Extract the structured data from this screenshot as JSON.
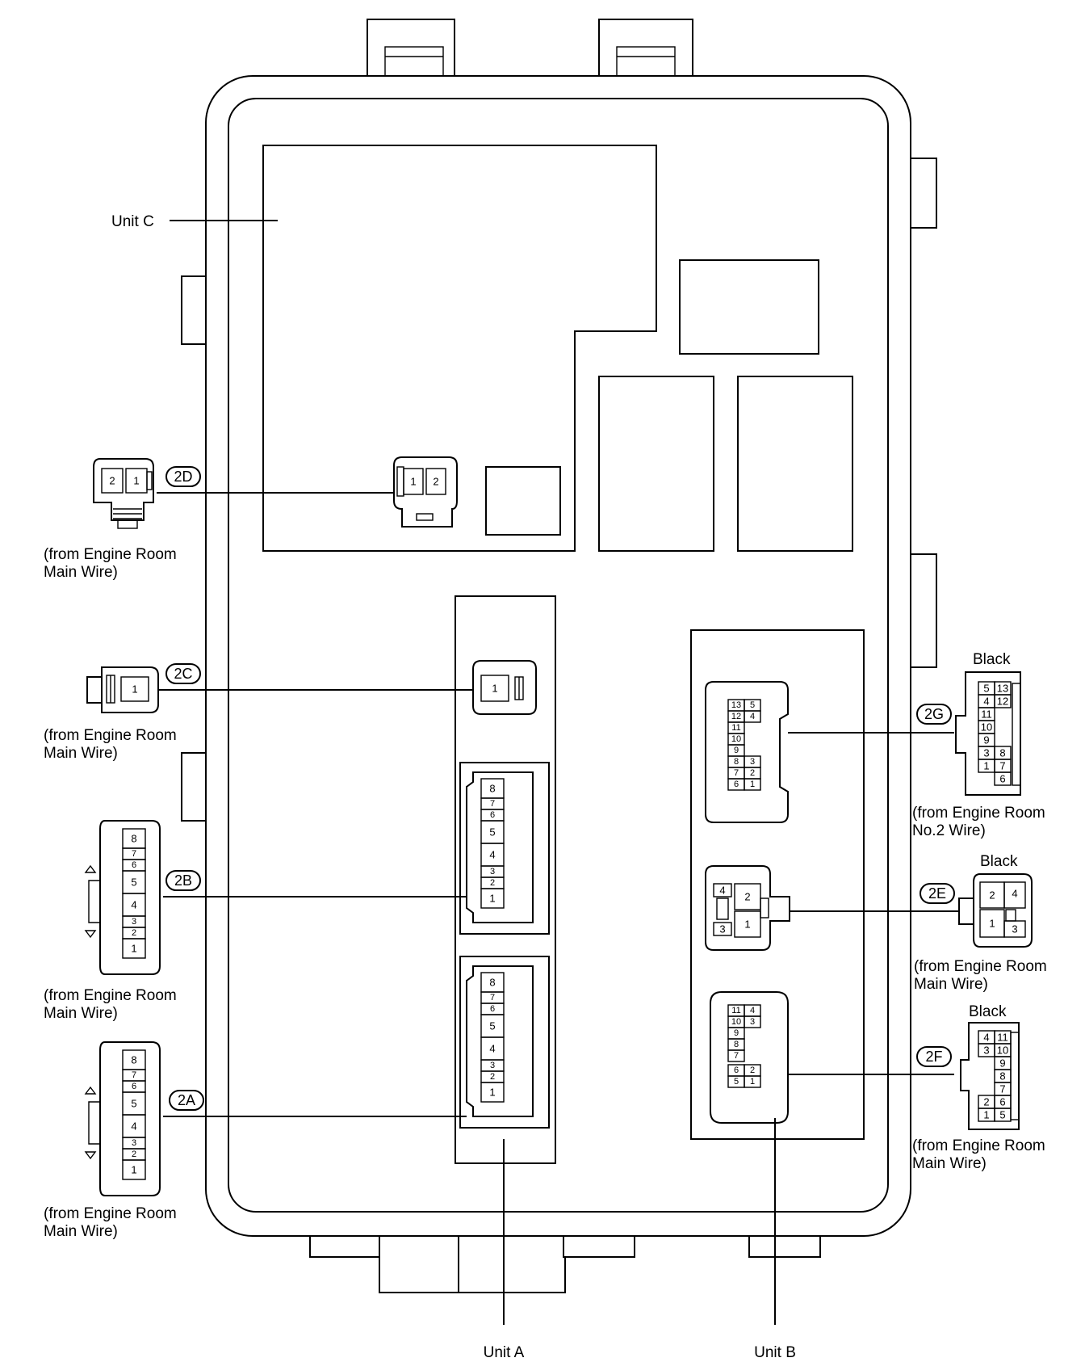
{
  "labels": {
    "unit_a": "Unit A",
    "unit_b": "Unit B",
    "unit_c": "Unit C"
  },
  "connectors": [
    {
      "id": "2D",
      "color": "",
      "source_line1": "(from Engine Room",
      "source_line2": "Main Wire)",
      "pins": [
        "1",
        "2"
      ]
    },
    {
      "id": "2C",
      "color": "",
      "source_line1": "(from Engine Room",
      "source_line2": "Main Wire)",
      "pins": [
        "1"
      ]
    },
    {
      "id": "2B",
      "color": "",
      "source_line1": "(from Engine Room",
      "source_line2": "Main Wire)",
      "pins": [
        "1",
        "2",
        "3",
        "4",
        "5",
        "6",
        "7",
        "8"
      ]
    },
    {
      "id": "2A",
      "color": "",
      "source_line1": "(from Engine Room",
      "source_line2": "Main Wire)",
      "pins": [
        "1",
        "2",
        "3",
        "4",
        "5",
        "6",
        "7",
        "8"
      ]
    },
    {
      "id": "2G",
      "color": "Black",
      "source_line1": "(from Engine Room",
      "source_line2": "No.2 Wire)",
      "pins": [
        "1",
        "2",
        "3",
        "4",
        "5",
        "6",
        "7",
        "8",
        "9",
        "10",
        "11",
        "12",
        "13"
      ]
    },
    {
      "id": "2E",
      "color": "Black",
      "source_line1": "(from Engine Room",
      "source_line2": "Main Wire)",
      "pins": [
        "1",
        "2",
        "3",
        "4"
      ]
    },
    {
      "id": "2F",
      "color": "Black",
      "source_line1": "(from Engine Room",
      "source_line2": "Main Wire)",
      "pins": [
        "1",
        "2",
        "3",
        "4",
        "5",
        "6",
        "7",
        "8",
        "9",
        "10",
        "11"
      ]
    }
  ]
}
